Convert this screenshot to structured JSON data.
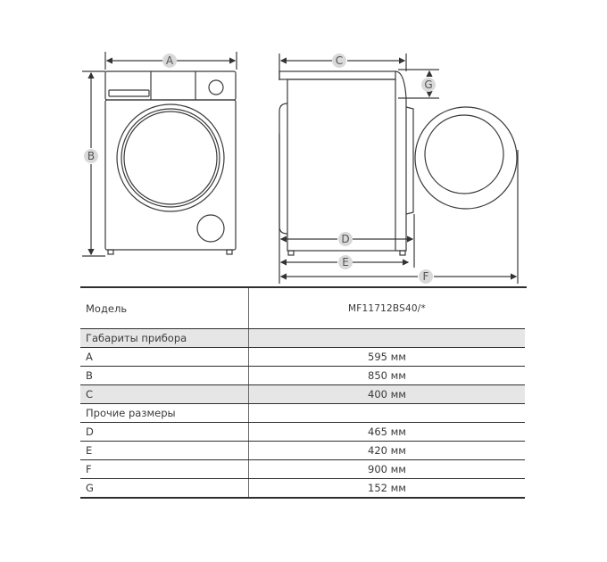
{
  "diagram": {
    "labels": {
      "a": "A",
      "b": "B",
      "c": "C",
      "d": "D",
      "e": "E",
      "f": "F",
      "g": "G"
    }
  },
  "table": {
    "header": {
      "label": "Модель",
      "value": "MF11712BS40/*"
    },
    "rows": [
      {
        "label": "Габариты прибора",
        "value": "",
        "section": true
      },
      {
        "label": "A",
        "value": "595 мм"
      },
      {
        "label": "B",
        "value": "850 мм"
      },
      {
        "label": "C",
        "value": "400 мм",
        "shaded": true
      },
      {
        "label": "Прочие размеры",
        "value": "",
        "section": true
      },
      {
        "label": "D",
        "value": "465 мм"
      },
      {
        "label": "E",
        "value": "420 мм"
      },
      {
        "label": "F",
        "value": "900 мм"
      },
      {
        "label": "G",
        "value": "152 мм"
      }
    ]
  }
}
